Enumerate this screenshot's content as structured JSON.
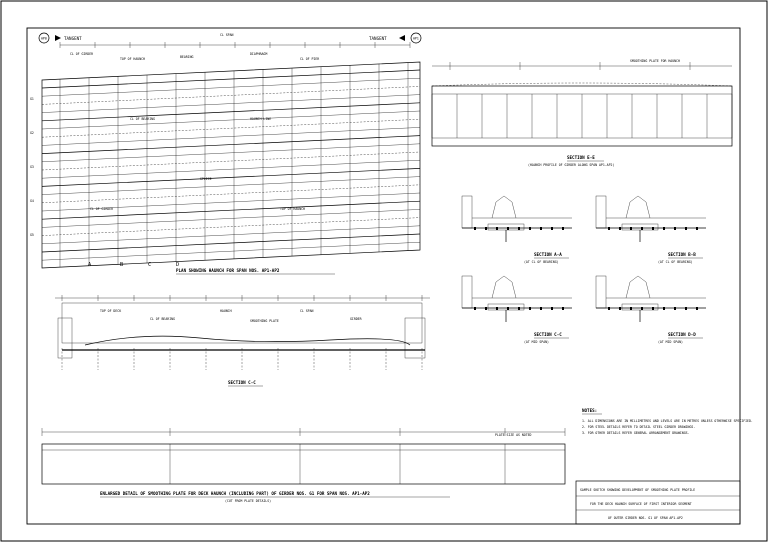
{
  "top_labels": {
    "ap0": "AP0",
    "ap1": "AP1",
    "tangent_left": "TANGENT",
    "tangent_right": "TANGENT",
    "cl_span": "CL SPAN"
  },
  "plan": {
    "title": "PLAN SHOWING HAUNCH FOR SPAN NOS. AP1-AP2",
    "girder_tags": [
      "G1",
      "G2",
      "G3",
      "G4",
      "G5"
    ],
    "notes": [
      "CL OF GIRDER",
      "TOP OF HAUNCH",
      "BEARING",
      "DIAPHRAGM",
      "CL OF PIER",
      "CL OF BEARING",
      "HAUNCH LINE",
      "SPLICE"
    ]
  },
  "section_ee": {
    "title": "SECTION E-E",
    "subtitle": "(HAUNCH PROFILE OF GIRDER ALONG SPAN AP1-AP2)",
    "callout": "SMOOTHING PLATE FOR HAUNCH"
  },
  "small_sections": [
    {
      "title": "SECTION A-A",
      "note": "(AT CL OF BEARING)"
    },
    {
      "title": "SECTION B-B",
      "note": "(AT CL OF BEARING)"
    },
    {
      "title": "SECTION C-C",
      "note": "(AT MID SPAN)"
    },
    {
      "title": "SECTION D-D",
      "note": "(AT MID SPAN)"
    }
  ],
  "section_cc_main": {
    "title": "SECTION C-C",
    "labels": [
      "TOP OF DECK",
      "CL OF BEARING",
      "HAUNCH",
      "SMOOTHING PLATE",
      "CL SPAN",
      "GIRDER"
    ]
  },
  "detail": {
    "title": "ENLARGED DETAIL OF SMOOTHING PLATE FOR DECK HAUNCH (INCLUDING PART) OF GIRDER NOS. G1 FOR SPAN NOS. AP1-AP2",
    "subtitle": "(CUT FROM PLATE DETAILS)",
    "callout": "PLATE SIZE AS NOTED"
  },
  "notes": {
    "heading": "NOTES:",
    "items": [
      "1. ALL DIMENSIONS ARE IN MILLIMETRES AND LEVELS ARE IN METRES UNLESS OTHERWISE SPECIFIED.",
      "2. FOR STEEL DETAILS REFER TO DETAIL STEEL GIRDER DRAWINGS.",
      "3. FOR OTHER DETAILS REFER GENERAL ARRANGEMENT DRAWINGS."
    ]
  },
  "title_block": {
    "line1": "SAMPLE SKETCH SHOWING DEVELOPMENT OF SMOOTHING PLATE PROFILE",
    "line2": "FOR THE DECK HAUNCH SURFACE OF FIRST INTERIOR SEGMENT",
    "line3": "OF OUTER GIRDER NOS. G1 OF SPAN AP1-AP2"
  }
}
